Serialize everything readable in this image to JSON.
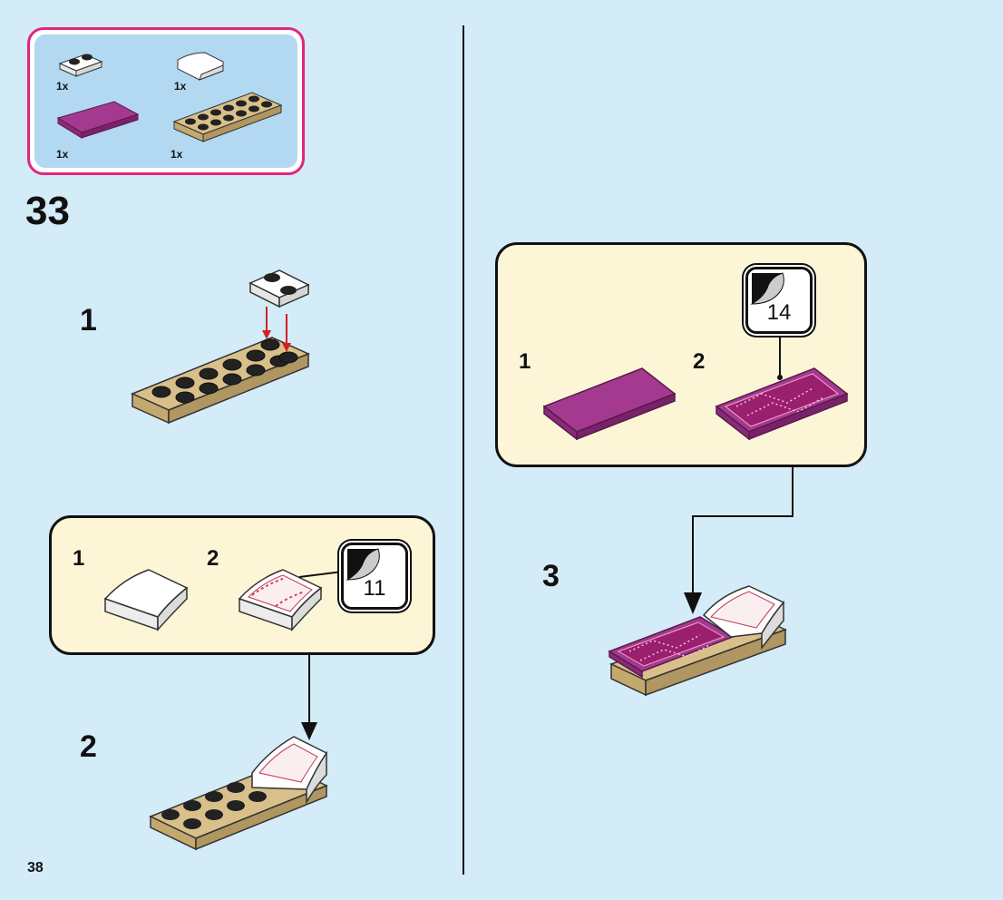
{
  "parts_list": [
    {
      "part": "white-plate-1x2",
      "qty": "1x"
    },
    {
      "part": "white-curved-slope",
      "qty": "1x"
    },
    {
      "part": "magenta-tile",
      "qty": "1x"
    },
    {
      "part": "tan-plate-2x6",
      "qty": "1x"
    }
  ],
  "step_number": "33",
  "left_substeps": {
    "first": "1",
    "second": "2"
  },
  "left_callout": {
    "step_a": "1",
    "step_b": "2",
    "sticker": "11"
  },
  "right_callout": {
    "step_a": "1",
    "step_b": "2",
    "sticker": "14"
  },
  "right_substep": "3",
  "page_number": "38",
  "colors": {
    "background": "#d4ebf8",
    "parts_border": "#e0287a",
    "callout_bg": "#fdf6d6",
    "tan": "#d9c08a",
    "magenta": "#a43a8f"
  }
}
